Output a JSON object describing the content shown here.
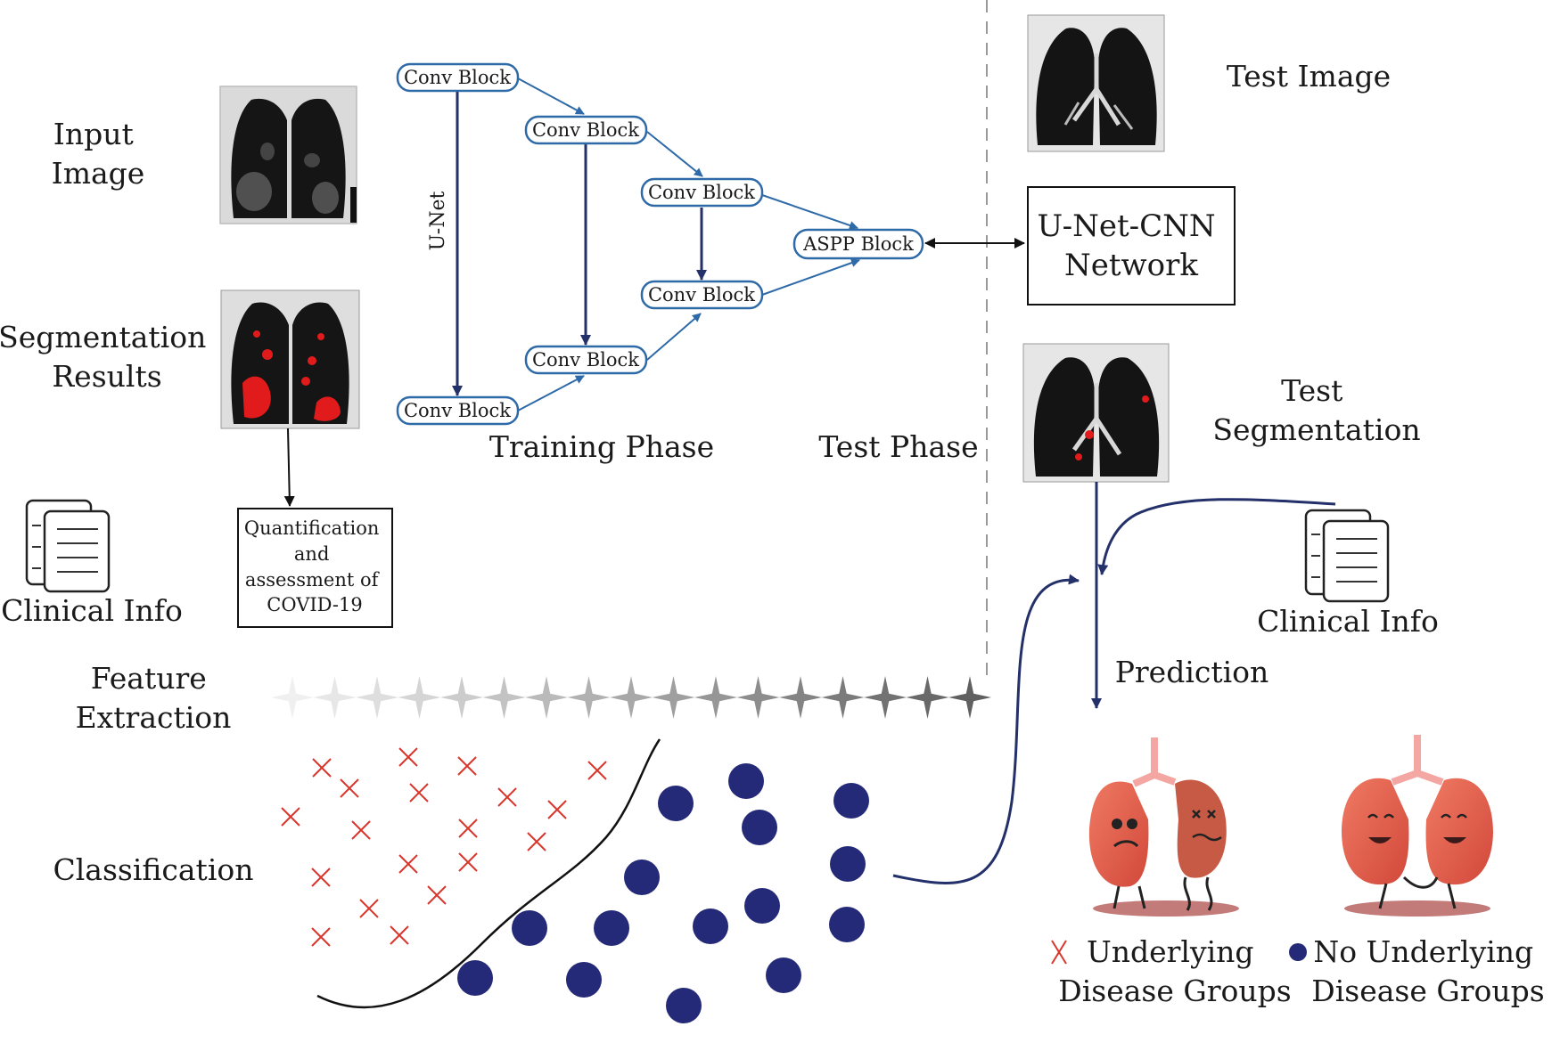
{
  "labels": {
    "input_image": [
      "Input",
      "Image"
    ],
    "segmentation_results": [
      "Segmentation",
      "Results"
    ],
    "clinical_info_left": "Clinical Info",
    "quantification": [
      "Quantification",
      "and",
      "assessment of",
      "COVID-19"
    ],
    "feature_extraction": [
      "Feature",
      "Extraction"
    ],
    "classification": "Classification",
    "training_phase": "Training Phase",
    "test_phase": "Test Phase",
    "unet_label": "U-Net",
    "test_image": "Test Image",
    "network": [
      "U-Net-CNN",
      "Network"
    ],
    "test_segmentation": [
      "Test",
      "Segmentation"
    ],
    "clinical_info_right": "Clinical Info",
    "prediction": "Prediction"
  },
  "blocks": {
    "conv_1": "Conv Block",
    "conv_2": "Conv Block",
    "conv_3": "Conv Block",
    "conv_4": "Conv Block",
    "conv_5": "Conv Block",
    "conv_6": "Conv Block",
    "aspp": "ASPP Block"
  },
  "legend": {
    "underlying": [
      "Underlying",
      "Disease Groups"
    ],
    "no_underlying": [
      "No Underlying",
      "Disease Groups"
    ]
  },
  "icons": [
    "ct-scan-icon",
    "document-icon",
    "lung-character-icon",
    "cross-marker-icon",
    "dot-marker-icon"
  ],
  "colors": {
    "block_border": "#2e6aa8",
    "arrow": "#24306a",
    "cross": "#d9362b",
    "dot": "#252a78",
    "lung": "#e2604a"
  }
}
